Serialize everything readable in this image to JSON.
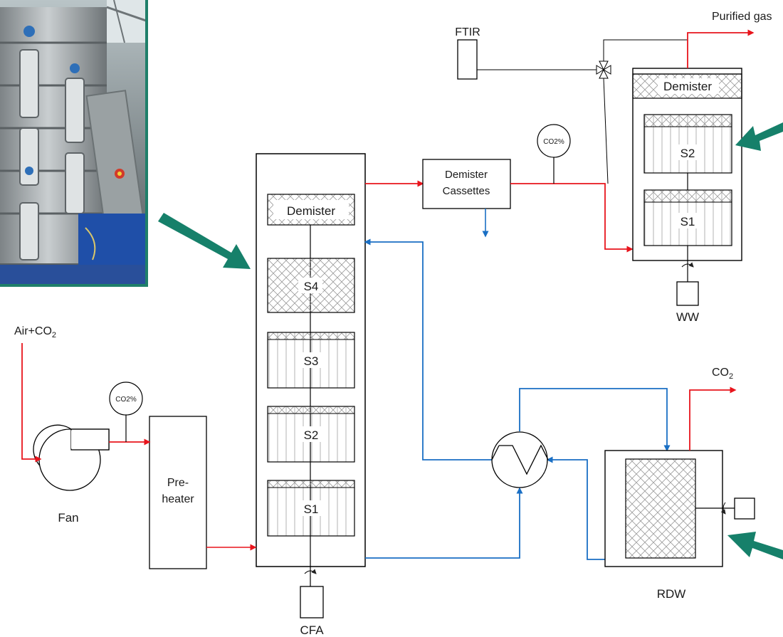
{
  "labels": {
    "purified_gas": "Purified gas",
    "ftir": "FTIR",
    "demister_ww": "Demister",
    "s2_ww": "S2",
    "s1_ww": "S1",
    "ww": "WW",
    "co2pct_top": "CO2%",
    "demister_cassettes_line1": "Demister",
    "demister_cassettes_line2": "Cassettes",
    "demister_main": "Demister",
    "s4": "S4",
    "s3": "S3",
    "s2": "S2",
    "s1": "S1",
    "cfa": "CFA",
    "air_co2_prefix": "Air+CO",
    "air_co2_sub": "2",
    "co2pct_left": "CO2%",
    "fan": "Fan",
    "preheater_line1": "Pre-",
    "preheater_line2": "heater",
    "co2_out_prefix": "CO",
    "co2_out_sub": "2",
    "rdw": "RDW"
  },
  "colors": {
    "gas_line": "#e8141c",
    "liquid_line": "#1a6fc4",
    "pointer_arrow": "#16806a",
    "photo_border": "#1f7f6a"
  },
  "icons": {
    "photo": "absorber-column-photo",
    "pointer": "teal-arrow"
  }
}
